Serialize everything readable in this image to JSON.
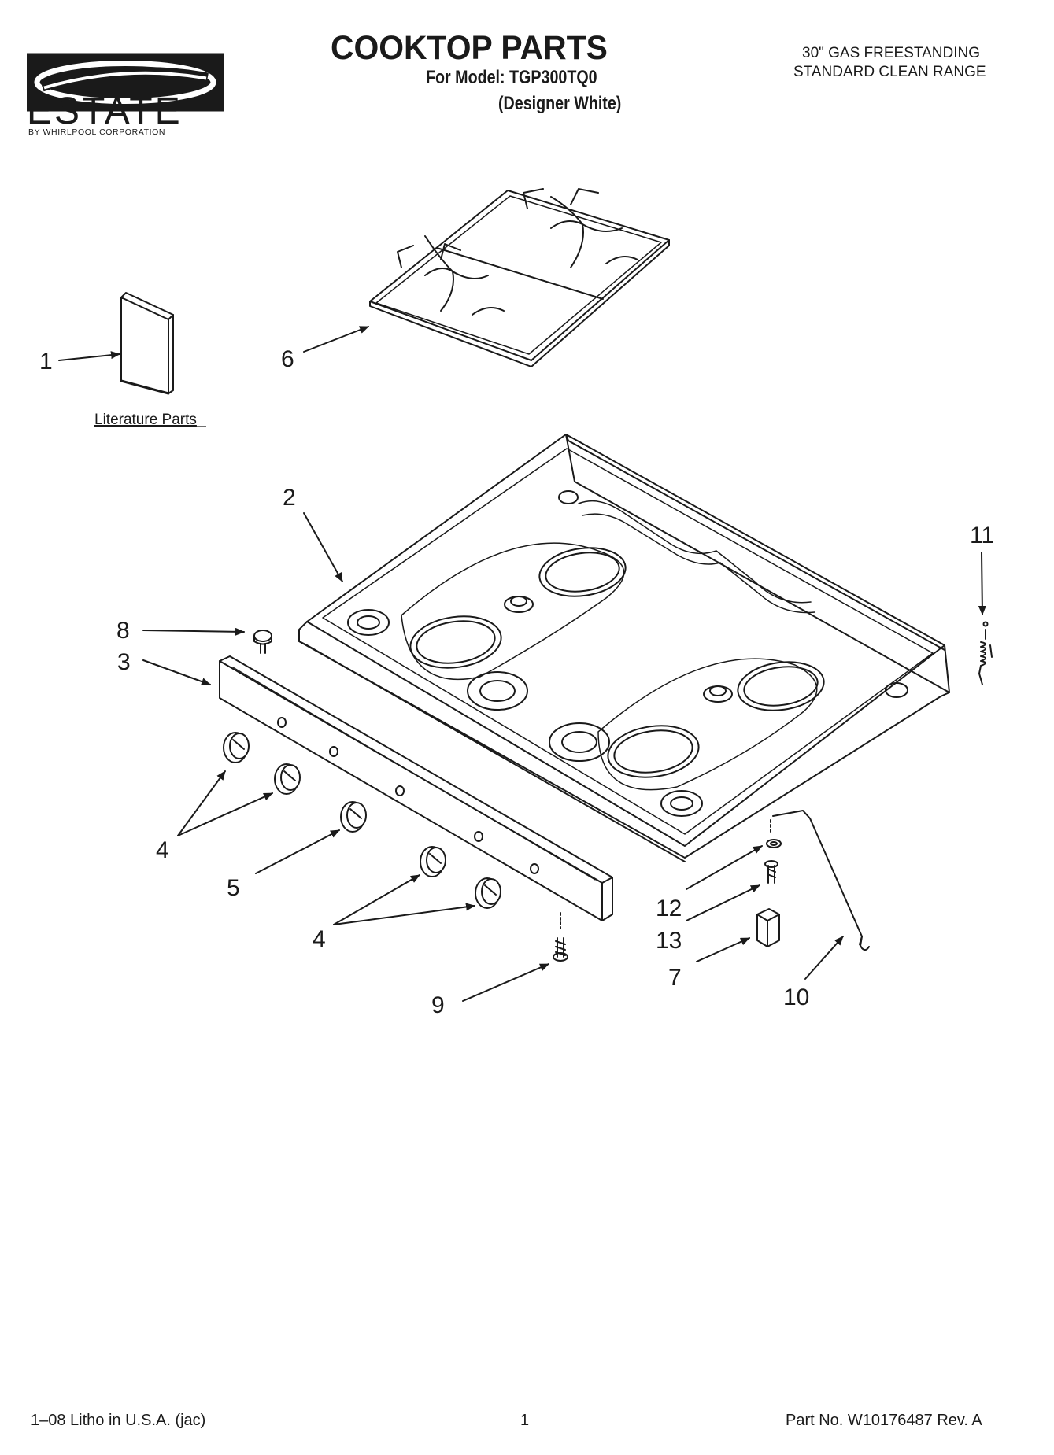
{
  "brand": {
    "name": "ESTATE",
    "tagline": "BY WHIRLPOOL CORPORATION"
  },
  "header": {
    "title": "COOKTOP PARTS",
    "model_line": "For Model: TGP300TQ0",
    "variant": "(Designer White)",
    "description_line1": "30\" GAS FREESTANDING",
    "description_line2": "STANDARD CLEAN RANGE"
  },
  "diagram": {
    "literature_label": "Literature Parts",
    "callouts": {
      "c1": "1",
      "c2": "2",
      "c3": "3",
      "c4a": "4",
      "c4b": "4",
      "c5": "5",
      "c6": "6",
      "c7": "7",
      "c8": "8",
      "c9": "9",
      "c10": "10",
      "c11": "11",
      "c12": "12",
      "c13": "13"
    }
  },
  "footer": {
    "litho": "1–08 Litho in U.S.A. (jac)",
    "page_number": "1",
    "part_number": "Part No. W10176487 Rev. A"
  }
}
